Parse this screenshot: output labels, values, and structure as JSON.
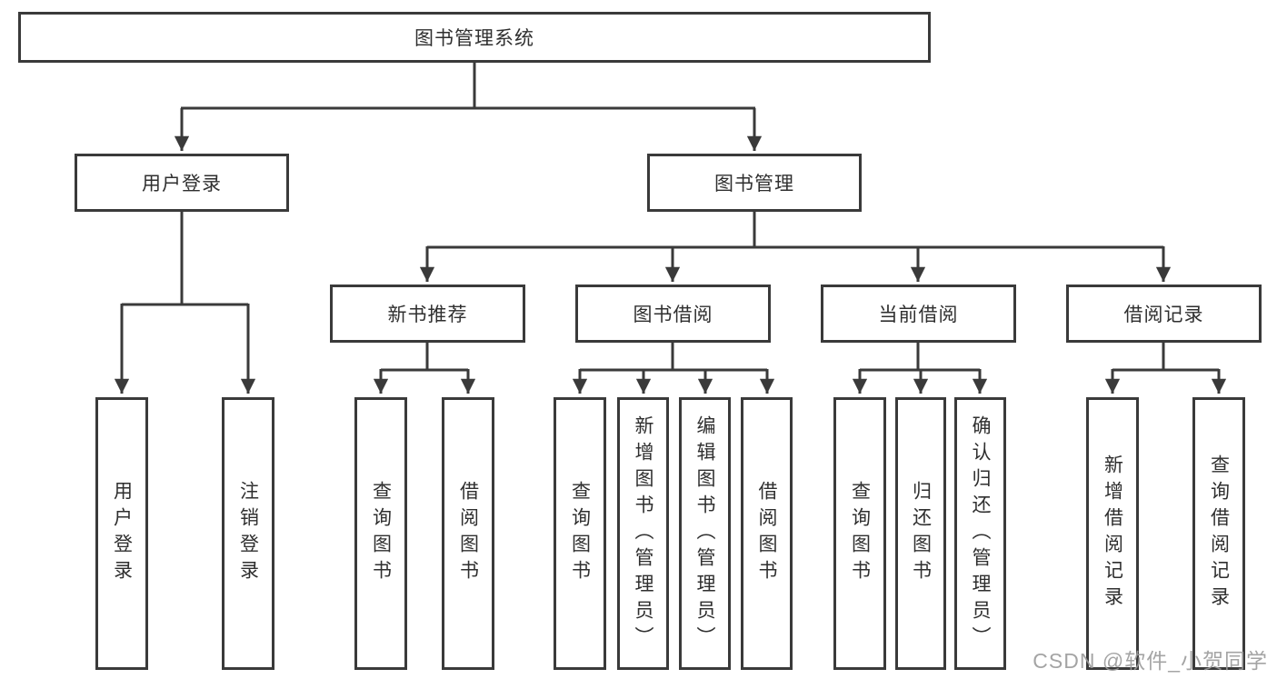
{
  "tree": {
    "root": "图书管理系统",
    "user_login": {
      "label": "用户登录",
      "children": [
        "用户登录",
        "注销登录"
      ]
    },
    "book_mgmt": {
      "label": "图书管理",
      "sections": [
        {
          "label": "新书推荐",
          "children": [
            "查询图书",
            "借阅图书"
          ]
        },
        {
          "label": "图书借阅",
          "children": [
            "查询图书",
            "新增图书（管理员）",
            "编辑图书（管理员）",
            "借阅图书"
          ]
        },
        {
          "label": "当前借阅",
          "children": [
            "查询图书",
            "归还图书",
            "确认归还（管理员）"
          ]
        },
        {
          "label": "借阅记录",
          "children": [
            "新增借阅记录",
            "查询借阅记录"
          ]
        }
      ]
    }
  },
  "watermark": "CSDN @软件_小贺同学",
  "colors": {
    "line": "#3a3a3a",
    "box_border": "#3a3a3a",
    "text": "#2f2f2f",
    "background": "#ffffff",
    "watermark": "#9a9a9a"
  }
}
